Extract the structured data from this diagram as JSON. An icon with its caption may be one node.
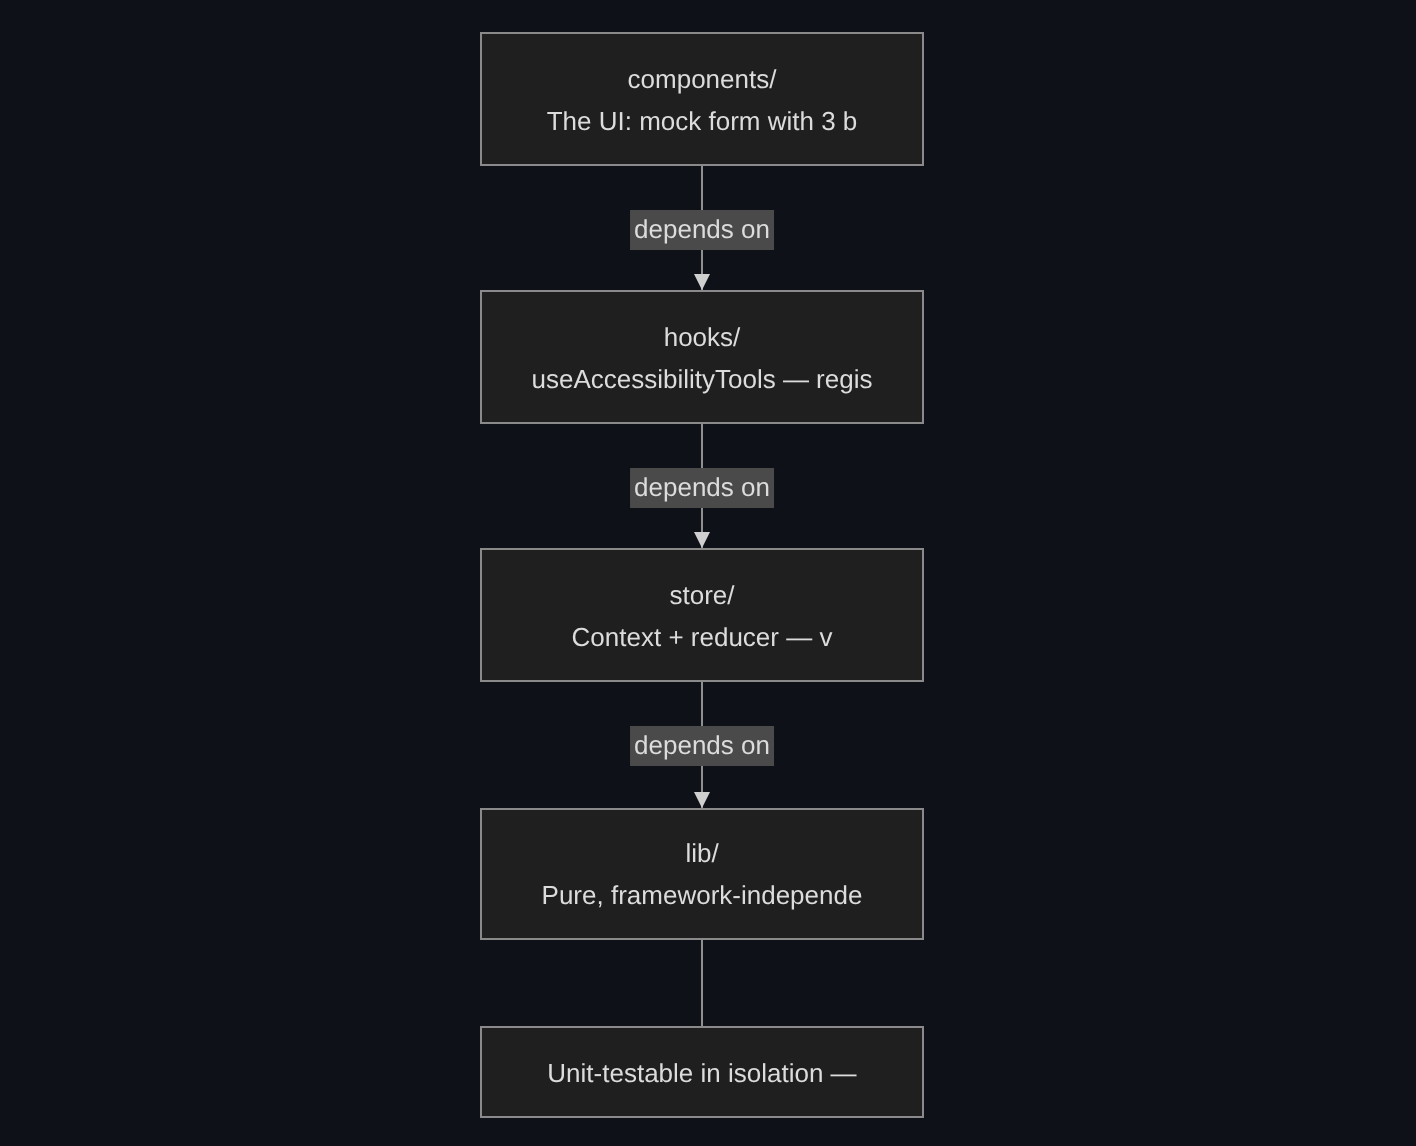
{
  "diagram": {
    "nodes": [
      {
        "text": [
          "components/",
          "The UI: mock form with 3 b"
        ]
      },
      {
        "text": [
          "hooks/",
          "useAccessibilityTools — regis"
        ]
      },
      {
        "text": [
          "store/",
          "Context + reducer — v"
        ]
      },
      {
        "text": [
          "lib/",
          "Pure, framework-independe"
        ]
      },
      {
        "text": [
          "Unit-testable in isolation —"
        ]
      }
    ],
    "edges": [
      {
        "from": 0,
        "to": 1,
        "arrow": "to",
        "label": "depends on"
      },
      {
        "from": 1,
        "to": 2,
        "arrow": "to",
        "label": "depends on"
      },
      {
        "from": 2,
        "to": 3,
        "arrow": "to",
        "label": "depends on"
      },
      {
        "from": 3,
        "to": 4,
        "arrow": "none"
      }
    ]
  }
}
